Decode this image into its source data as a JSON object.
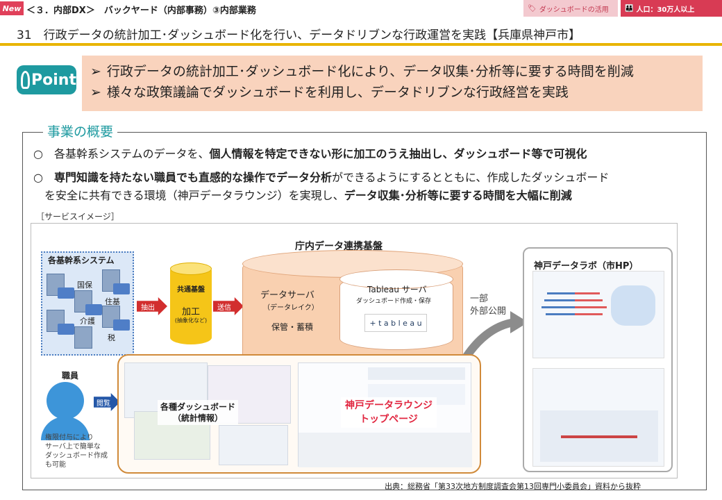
{
  "header": {
    "new_badge": "New",
    "section": "＜３．内部DX＞　バックヤード（内部事務）③内部業務",
    "tag_dashboard": "ダッシュボードの活用",
    "tag_population": "人口：30万人以上"
  },
  "title": "31　行政データの統計加工･ダッシュボード化を行い、データドリブンな行政運営を実践【兵庫県神戸市】",
  "point": {
    "logo": "Point",
    "items": [
      "行政データの統計加工･ダッシュボード化により、データ収集･分析等に要する時間を削減",
      "様々な政策議論でダッシュボードを利用し、データドリブンな行政経営を実践"
    ]
  },
  "overview": {
    "label": "事業の概要",
    "b1_pre": "○　各基幹系システムのデータを、",
    "b1_bold": "個人情報を特定できない形に加工のうえ抽出し、ダッシュボード等で可視化",
    "b2_bold1": "専門知識を持たない職員でも直感的な操作でデータ分析",
    "b2_mid": "ができるようにするとともに、作成したダッシュボード",
    "b2_mark": "○　",
    "b3_pre": "を安全に共有できる環境（神戸データラウンジ）を実現し、",
    "b3_bold": "データ収集･分析等に要する時間を大幅に削減"
  },
  "service_label": "［サービスイメージ］",
  "diagram": {
    "systems_title": "各基幹系システム",
    "sys_tags": [
      "国保",
      "住基",
      "介護",
      "税"
    ],
    "extract": "抽出",
    "send": "送信",
    "common_base": "共通基盤",
    "process": "加工",
    "process_note": "(抽象化など)",
    "platform_title": "庁内データ連携基盤",
    "data_server": "データサーバ",
    "data_lake": "（データレイク）",
    "storage": "保管・蓄積",
    "tableau_server": "Tableau サーバ",
    "tableau_note": "ダッシュボード作成・保存",
    "tableau_logo": "+ t a b l e a u",
    "publish": "一部\n外部公開",
    "kobe_lab": "神戸データラボ（市HP）",
    "staff": "職員",
    "view": "閲覧",
    "staff_note": "権限付与により\nサーバ上で簡単な\nダッシュボード作成\nも可能",
    "dashboards": "各種ダッシュボード\n（統計情報）",
    "lounge": "神戸データラウンジ\nトップページ"
  },
  "source": "出典：総務省「第33次地方制度調査会第13回専門小委員会」資料から抜粋",
  "colors": {
    "accent": "#1e9aa0",
    "gold": "#e8b400",
    "red": "#d22e2e",
    "point_bg": "#f9d3bd"
  }
}
